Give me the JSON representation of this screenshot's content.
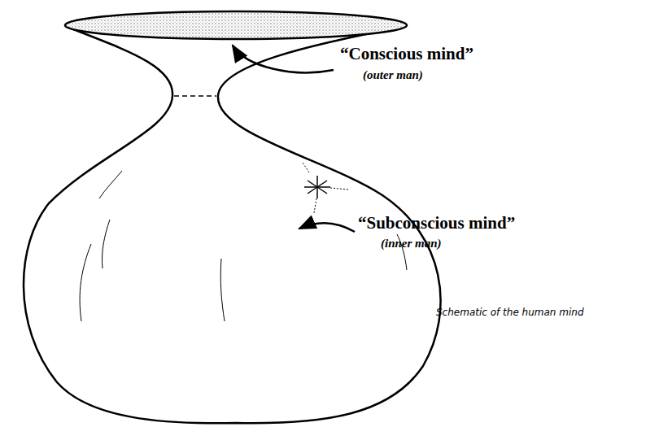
{
  "diagram": {
    "caption": "Schematic of the human mind",
    "labels": [
      "“Conscious mind”",
      "(outer man)",
      "“Subconscious mind”",
      "(inner man)"
    ]
  }
}
